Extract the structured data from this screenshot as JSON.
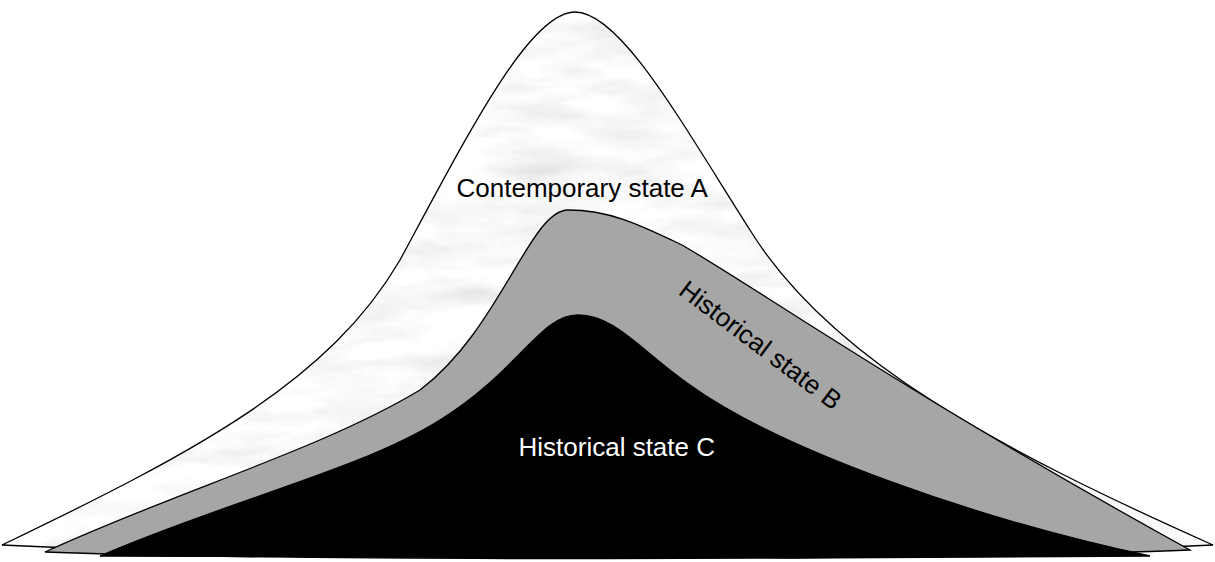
{
  "diagram": {
    "nodes": [
      {
        "text": [
          "Contemporary state A"
        ]
      },
      {
        "text": [
          "Historical state B"
        ],
        "in": 0
      },
      {
        "text": [
          "Historical state C"
        ],
        "in": 1
      }
    ]
  }
}
